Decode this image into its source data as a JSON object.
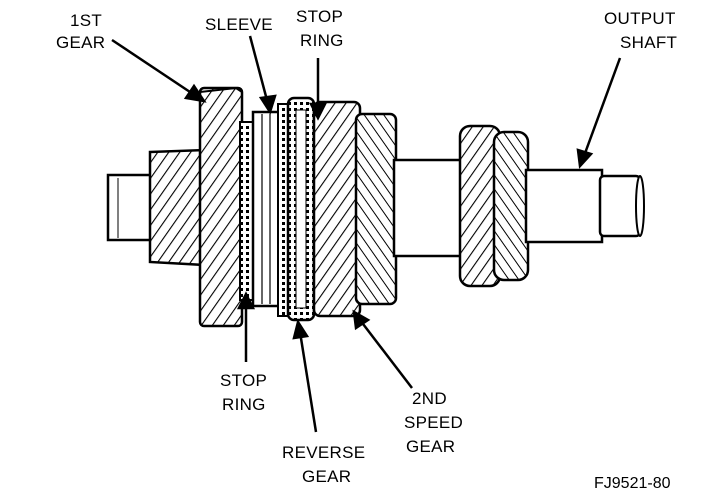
{
  "labels": {
    "first_gear": [
      "1ST",
      "GEAR"
    ],
    "sleeve": "SLEEVE",
    "stop_ring_top": [
      "STOP",
      "RING"
    ],
    "output_shaft": [
      "OUTPUT",
      "SHAFT"
    ],
    "stop_ring_bottom": [
      "STOP",
      "RING"
    ],
    "reverse_gear": [
      "REVERSE",
      "GEAR"
    ],
    "second_speed_gear": [
      "2ND",
      "SPEED",
      "GEAR"
    ]
  },
  "figure_id": "FJ9521-80"
}
